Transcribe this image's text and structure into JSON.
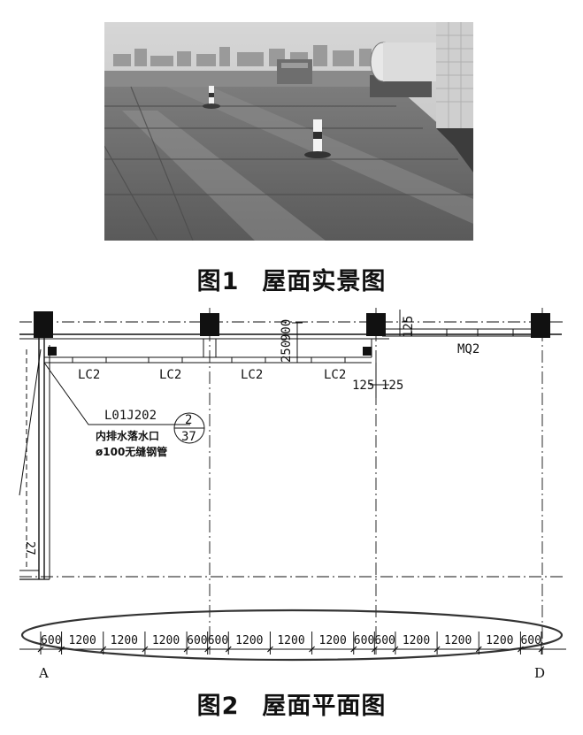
{
  "figure1": {
    "number": "图1",
    "title": "屋面实景图"
  },
  "figure2": {
    "number": "图2",
    "title": "屋面平面图"
  },
  "plan": {
    "window_labels": [
      "LC2",
      "LC2",
      "LC2",
      "LC2"
    ],
    "door_label": "MQ2",
    "wall_dims": [
      "250",
      "900"
    ],
    "right_dims": [
      "125",
      "125"
    ],
    "top_dim": "125",
    "callout": {
      "ref": "L01J202",
      "index_top": "2",
      "index_bottom": "37",
      "line1": "内排水落水口",
      "line2": "ø100无缝钢管"
    },
    "left_mark": "27",
    "dims": [
      "600",
      "1200",
      "1200",
      "1200",
      "600",
      "600",
      "1200",
      "1200",
      "1200",
      "600",
      "600",
      "1200",
      "1200",
      "1200",
      "600"
    ],
    "axis_left": "A",
    "axis_right": "D"
  }
}
